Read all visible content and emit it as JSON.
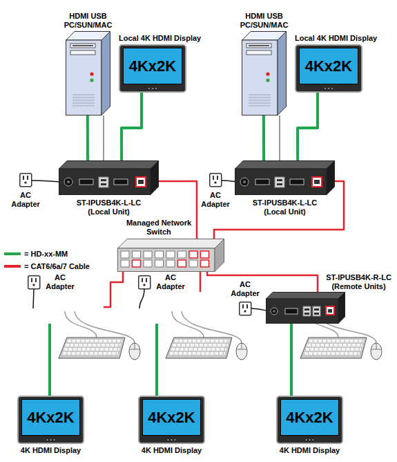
{
  "diagram": {
    "nodes": [
      {
        "text": [
          "HDMI USB PC/SUN/MAC"
        ]
      },
      {
        "text": [
          "Local 4K HDMI Display",
          "4Kx2K"
        ]
      },
      {
        "text": [
          "HDMI USB PC/SUN/MAC"
        ]
      },
      {
        "text": [
          "Local 4K HDMI Display",
          "4Kx2K"
        ]
      },
      {
        "text": [
          "ST-IPUSB4K-L-LC (Local Unit)"
        ]
      },
      {
        "text": [
          "ST-IPUSB4K-L-LC (Local Unit)"
        ]
      },
      {
        "text": [
          "Managed Network Switch"
        ]
      },
      {
        "text": [
          "ST-IPUSB4K-R-LC (Remote Units)"
        ]
      },
      {
        "text": [
          "4Kx2K",
          "4K HDMI Display"
        ]
      },
      {
        "text": [
          "4Kx2K",
          "4K HDMI Display"
        ]
      },
      {
        "text": [
          "4Kx2K",
          "4K HDMI Display"
        ]
      }
    ],
    "edges": [
      {
        "from": 0,
        "to": 4,
        "arrow": "none"
      },
      {
        "from": 0,
        "to": 4,
        "arrow": "none"
      },
      {
        "from": 4,
        "to": 1,
        "arrow": "none"
      },
      {
        "from": 2,
        "to": 5,
        "arrow": "none"
      },
      {
        "from": 2,
        "to": 5,
        "arrow": "none"
      },
      {
        "from": 5,
        "to": 3,
        "arrow": "none"
      },
      {
        "from": 4,
        "to": 6,
        "arrow": "none"
      },
      {
        "from": 5,
        "to": 6,
        "arrow": "none"
      },
      {
        "from": 6,
        "to": 7,
        "arrow": "none"
      },
      {
        "from": 7,
        "to": 10,
        "arrow": "none"
      }
    ],
    "labels": [
      "AC Adapter",
      "AC Adapter",
      "AC Adapter",
      "AC Adapter",
      "AC Adapter"
    ],
    "legend": [
      {
        "text": "= HD-xx-MM",
        "color": "#1fa64a"
      },
      {
        "text": "= CAT6/6a/7 Cable",
        "color": "#e4222b"
      }
    ]
  }
}
